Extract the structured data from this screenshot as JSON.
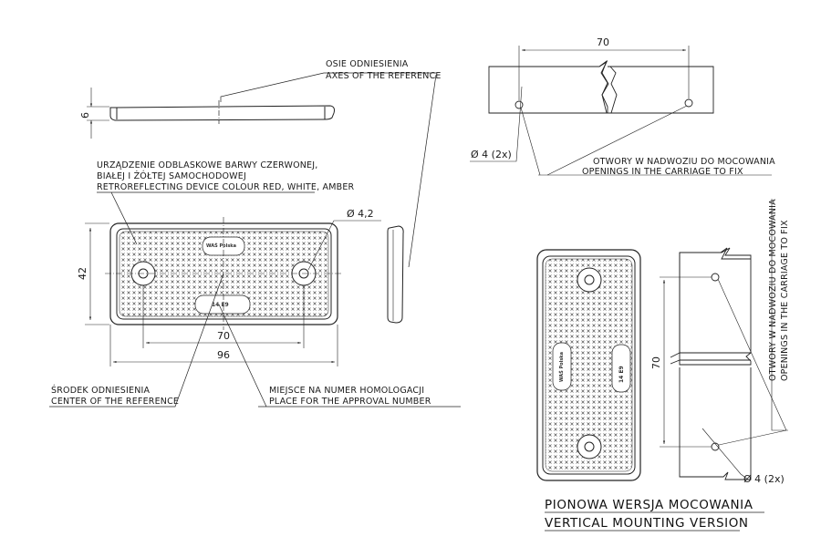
{
  "labels": {
    "axes_pl": "OSIE ODNIESIENIA",
    "axes_en": "AXES OF THE REFERENCE",
    "device_pl_1": "URZĄDZENIE ODBLASKOWE BARWY CZERWONEJ,",
    "device_pl_2": "BIAŁEJ I ŻÓŁTEJ SAMOCHODOWEJ",
    "device_en": "RETROREFLECTING DEVICE COLOUR RED, WHITE, AMBER",
    "center_pl": "ŚRODEK ODNIESIENIA",
    "center_en": "CENTER OF THE REFERENCE",
    "approval_pl": "MIEJSCE NA NUMER HOMOLOGACJI",
    "approval_en": "PLACE FOR THE APPROVAL NUMBER",
    "holes_pl": "OTWORY W NADWOZIU DO MOCOWANIA",
    "holes_en": "OPENINGS IN THE CARRIAGE TO FIX",
    "holes_pl_vertical": "OTWORY W NADWOZIU DO MOCOWANIA",
    "holes_en_vertical": "OPENINGS IN THE CARRIAGE TO FIX",
    "vertical_pl": "PIONOWA WERSJA MOCOWANIA",
    "vertical_en": "VERTICAL MOUNTING VERSION"
  },
  "dimensions": {
    "thickness": "6",
    "height": "42",
    "hole_spacing": "70",
    "length": "96",
    "hole_diameter": "Ø 4,2",
    "top_spacing": "70",
    "fix_hole_top": "Ø 4 (2x)",
    "vertical_spacing": "70",
    "fix_hole_bottom": "Ø 4 (2x)"
  },
  "marks": {
    "brand": "WAŚ Polska",
    "approval_mark": "14 E9"
  }
}
